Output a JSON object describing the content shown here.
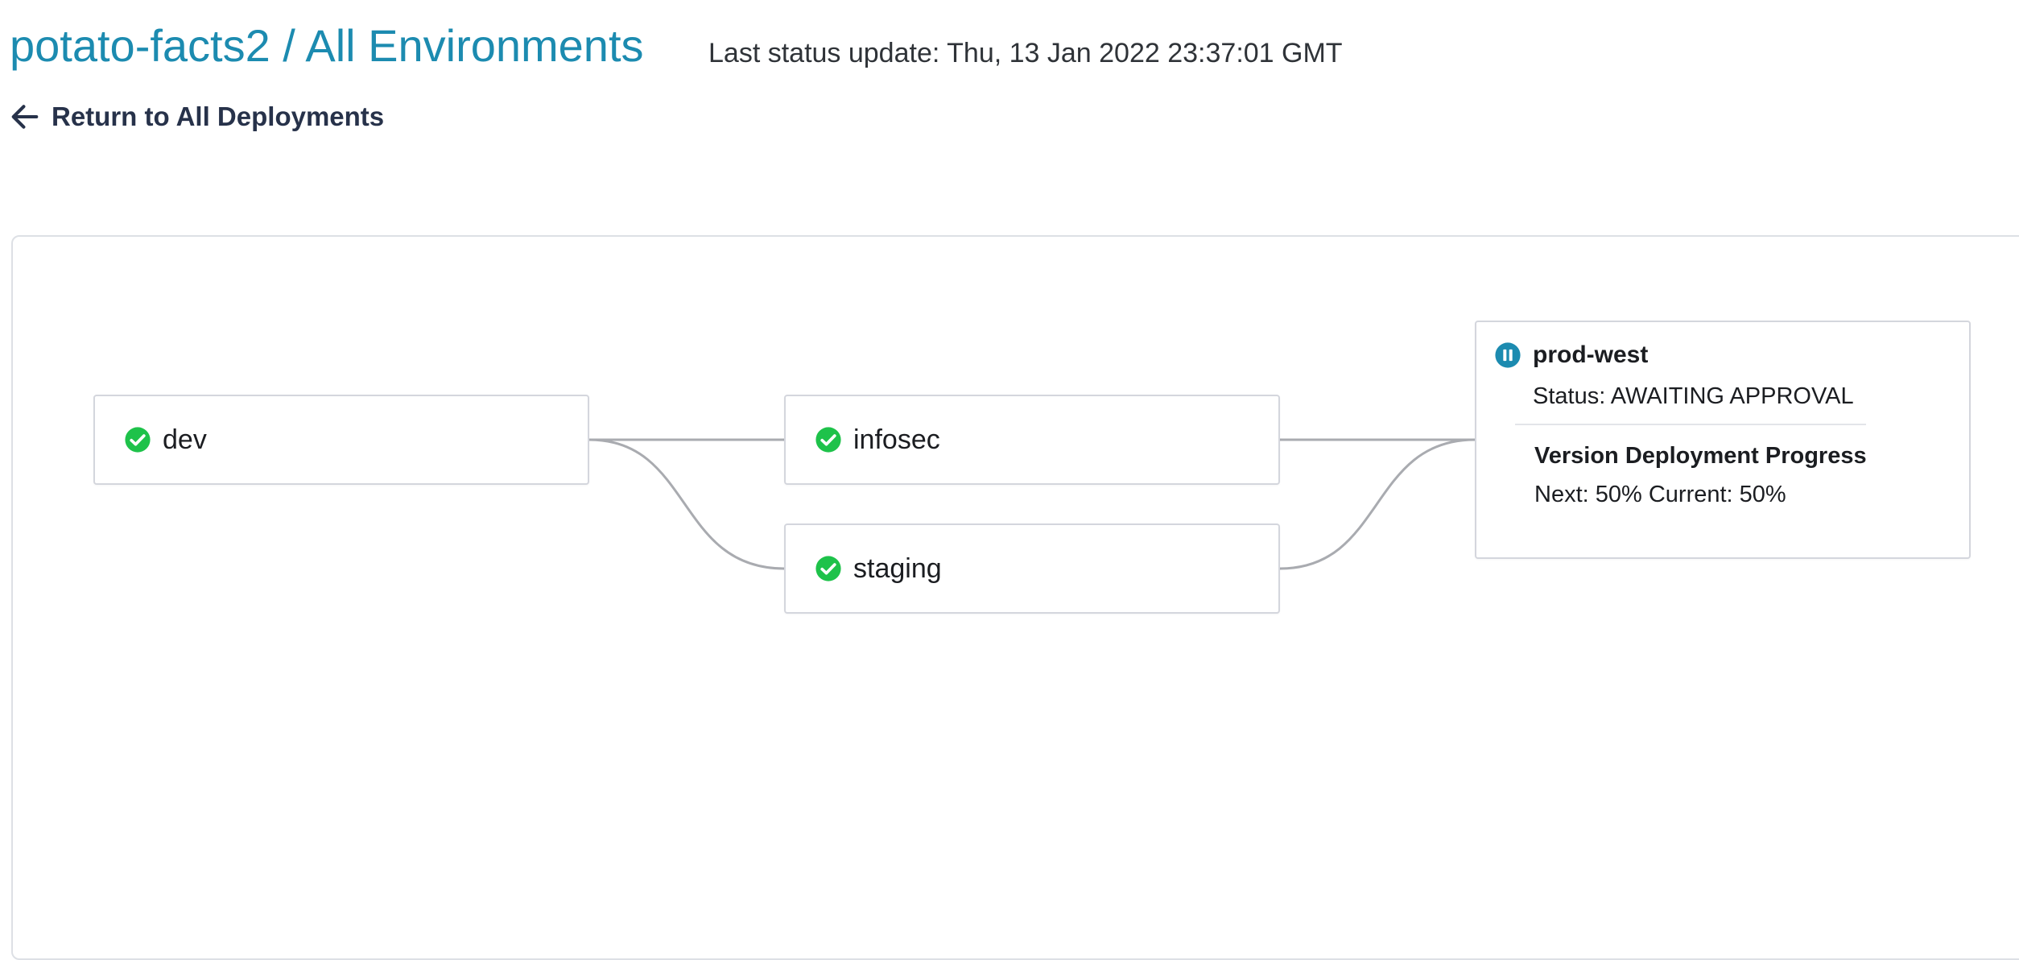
{
  "header": {
    "title": "potato-facts2 / All Environments",
    "status_update": "Last status update: Thu, 13 Jan 2022 23:37:01 GMT",
    "back_link": {
      "label": "Return to All Deployments",
      "icon": "arrow-left-icon"
    }
  },
  "colors": {
    "title": "#1c8bb0",
    "success": "#1ec24a",
    "paused": "#1c8bb0",
    "edge": "#a9abb0"
  },
  "pipeline": {
    "environments": [
      {
        "id": "dev",
        "name": "dev",
        "status_icon": "check-circle-icon"
      },
      {
        "id": "infosec",
        "name": "infosec",
        "status_icon": "check-circle-icon"
      },
      {
        "id": "staging",
        "name": "staging",
        "status_icon": "check-circle-icon"
      }
    ],
    "prod": {
      "name": "prod-west",
      "status_icon": "pause-circle-icon",
      "status": "Status: AWAITING APPROVAL",
      "progress_title": "Version Deployment Progress",
      "progress_values": "Next: 50% Current: 50%"
    }
  }
}
